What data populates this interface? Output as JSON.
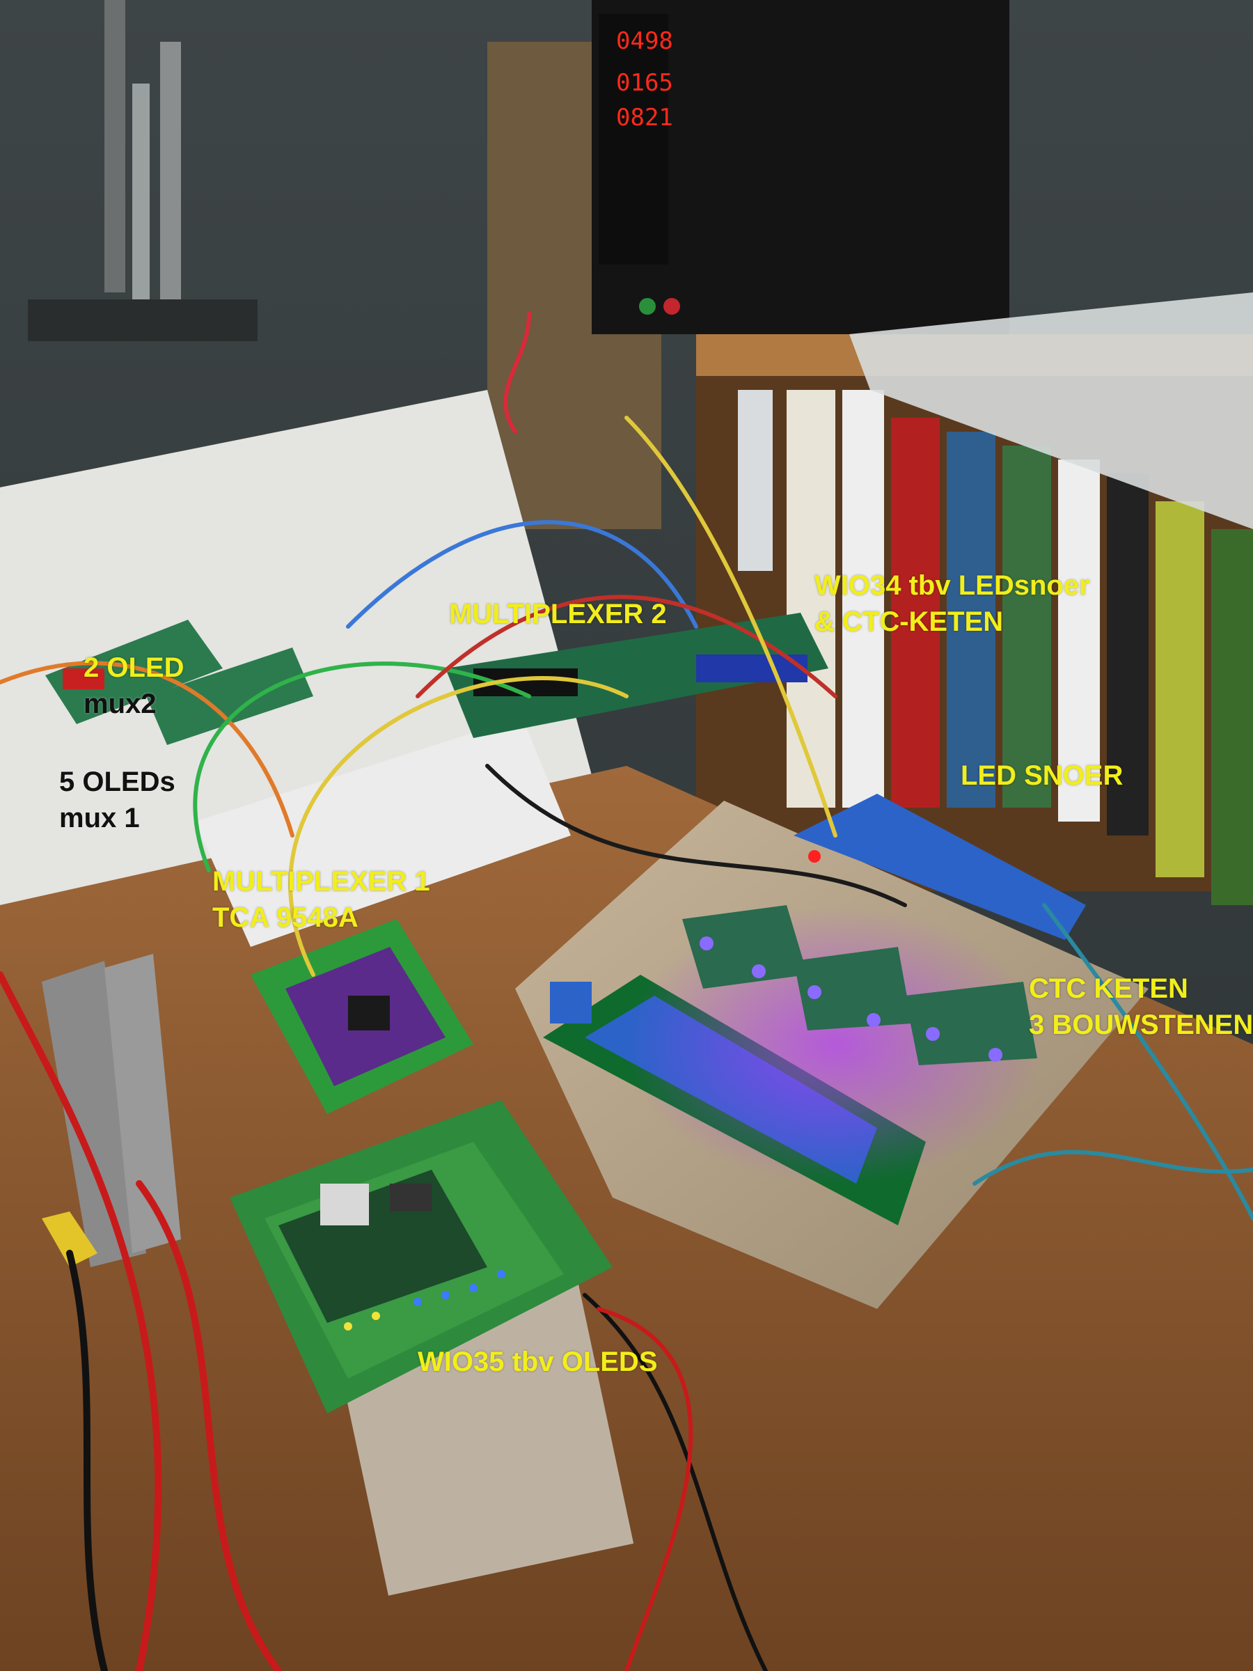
{
  "colors": {
    "label_yellow": "#f2ee1a",
    "label_dark": "#111111"
  },
  "psu_display": {
    "line1": "0498",
    "line2": "0165",
    "line3": "0821",
    "color": "#ff2a1a"
  },
  "labels": {
    "mux2_title": "MULTIPLEXER 2",
    "wio34_line1": "WIO34 tbv LEDsnoer",
    "wio34_line2": "& CTC-KETEN",
    "oled2_line1": "2 OLED",
    "oled2_line2": "mux2",
    "oled5_line1": "5 OLEDs",
    "oled5_line2": "mux 1",
    "led_snoer": "LED SNOER",
    "mux1_line1": "MULTIPLEXER 1",
    "mux1_line2": "TCA 9548A",
    "ctc_line1": "CTC KETEN",
    "ctc_line2": "3 BOUWSTENEN",
    "wio35": "WIO35 tbv OLEDS"
  }
}
